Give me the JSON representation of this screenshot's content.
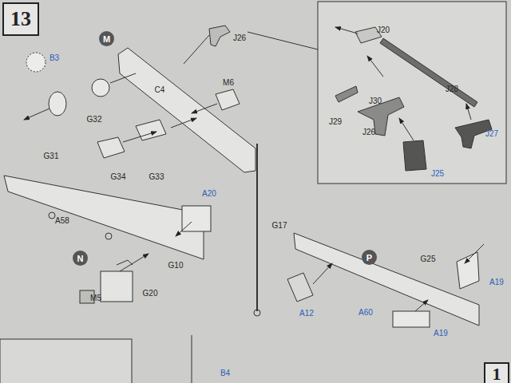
{
  "diagram": {
    "nodes": [
      {
        "text": [
          "13"
        ]
      },
      {
        "text": [
          "M"
        ]
      },
      {
        "text": [
          "N"
        ]
      },
      {
        "text": [
          "P"
        ]
      },
      {
        "text": [
          "1"
        ]
      }
    ],
    "labels": [
      "J26",
      "B3",
      "C4",
      "M6",
      "G32",
      "G31",
      "G34",
      "G33",
      "J20",
      "J28",
      "J30",
      "J29",
      "J26",
      "J27",
      "J25",
      "A20",
      "A58",
      "G10",
      "G20",
      "M5",
      "G17",
      "G25",
      "A12",
      "A60",
      "A19",
      "A19",
      "B4"
    ]
  }
}
